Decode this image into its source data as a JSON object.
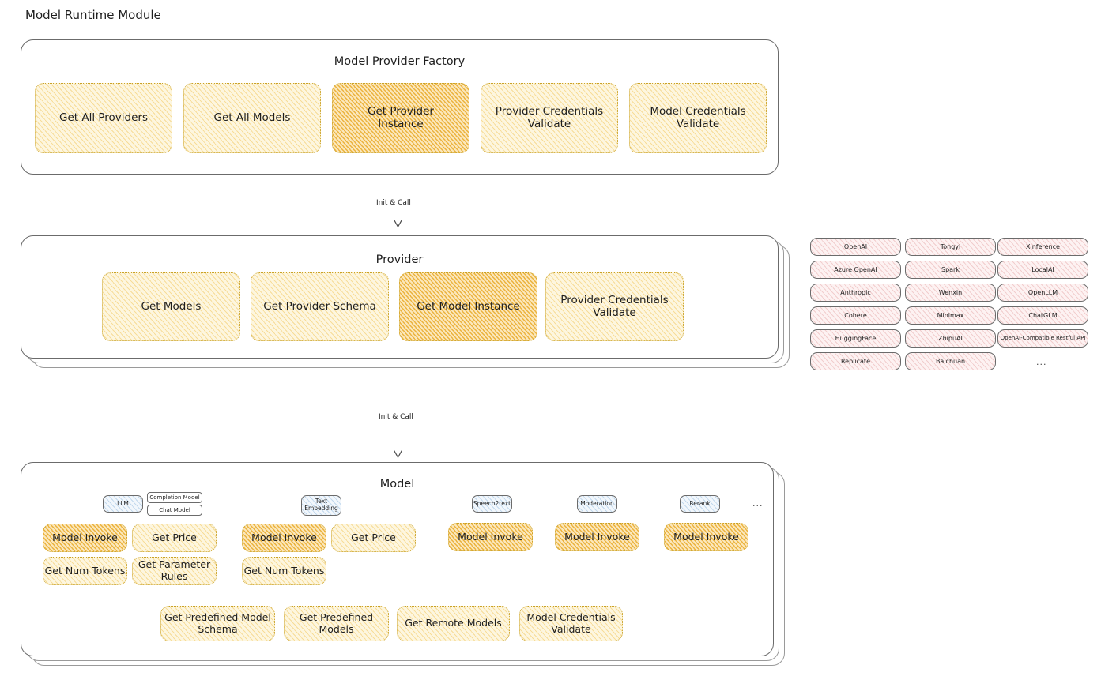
{
  "doc": {
    "title": "Model Runtime Module"
  },
  "factory": {
    "title": "Model Provider Factory",
    "methods": [
      {
        "label": "Get All Providers",
        "highlight": false
      },
      {
        "label": "Get All Models",
        "highlight": false
      },
      {
        "label": "Get Provider\nInstance",
        "highlight": true
      },
      {
        "label": "Provider Credentials\nValidate",
        "highlight": false
      },
      {
        "label": "Model Credentials\nValidate",
        "highlight": false
      }
    ]
  },
  "arrow_top": {
    "label": "Init & Call"
  },
  "provider": {
    "title": "Provider",
    "methods": [
      {
        "label": "Get Models",
        "highlight": false
      },
      {
        "label": "Get Provider Schema",
        "highlight": false
      },
      {
        "label": "Get Model Instance",
        "highlight": true
      },
      {
        "label": "Provider Credentials\nValidate",
        "highlight": false
      }
    ]
  },
  "arrow_mid": {
    "label": "Init & Call"
  },
  "provider_list": {
    "columns": [
      [
        "OpenAI",
        "Azure OpenAI",
        "Anthropic",
        "Cohere",
        "HuggingFace",
        "Replicate"
      ],
      [
        "Tongyi",
        "Spark",
        "Wenxin",
        "Minimax",
        "ZhipuAI",
        "Baichuan"
      ],
      [
        "Xinference",
        "LocalAI",
        "OpenLLM",
        "ChatGLM",
        "OpenAI-Compatible Restful API"
      ]
    ],
    "more": "..."
  },
  "model": {
    "title": "Model",
    "more": "...",
    "types": [
      {
        "name": "LLM",
        "tags": [
          "Completion Model",
          "Chat Model"
        ],
        "methods": [
          {
            "label": "Model Invoke",
            "highlight": true
          },
          {
            "label": "Get Price",
            "highlight": false
          },
          {
            "label": "Get Num Tokens",
            "highlight": false
          },
          {
            "label": "Get Parameter\nRules",
            "highlight": false
          }
        ]
      },
      {
        "name": "Text\nEmbedding",
        "tags": [],
        "methods": [
          {
            "label": "Model Invoke",
            "highlight": true
          },
          {
            "label": "Get Price",
            "highlight": false
          },
          {
            "label": "Get Num Tokens",
            "highlight": false
          }
        ]
      },
      {
        "name": "Speech2text",
        "tags": [],
        "methods": [
          {
            "label": "Model Invoke",
            "highlight": true
          }
        ]
      },
      {
        "name": "Moderation",
        "tags": [],
        "methods": [
          {
            "label": "Model Invoke",
            "highlight": true
          }
        ]
      },
      {
        "name": "Rerank",
        "tags": [],
        "methods": [
          {
            "label": "Model Invoke",
            "highlight": true
          }
        ]
      }
    ],
    "common_methods": [
      "Get Predefined Model\nSchema",
      "Get Predefined\nModels",
      "Get Remote Models",
      "Model Credentials\nValidate"
    ]
  },
  "colors": {
    "fill_yellow": "#fdf6df",
    "fill_orange": "#fbe7bb",
    "fill_pink": "#fdf2f2",
    "fill_blue": "#f2f7fc",
    "stroke_dark": "#6b6b6b",
    "stroke_amber": "#c9a227",
    "text": "#1e1e1e"
  }
}
